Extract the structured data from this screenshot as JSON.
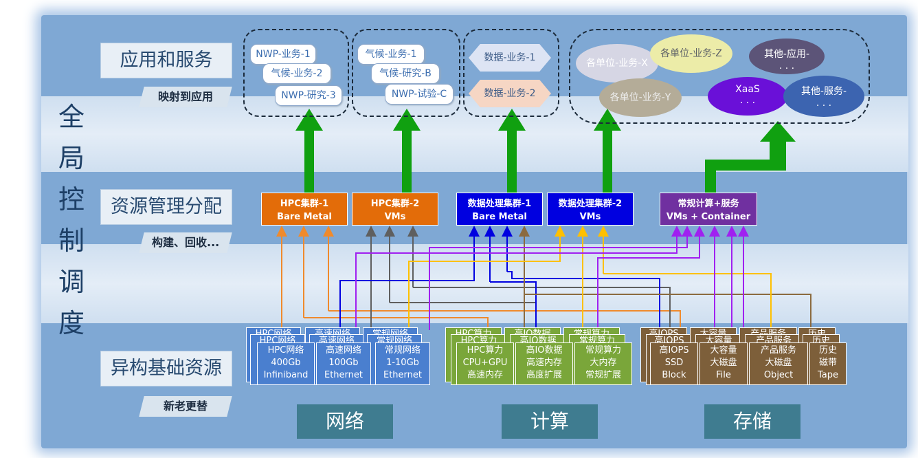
{
  "vertical_title": [
    "全",
    "局",
    "控",
    "制",
    "调",
    "度"
  ],
  "layers": {
    "app": {
      "label": "应用和服务",
      "sub": "映射到应用"
    },
    "resource": {
      "label": "资源管理分配",
      "sub": "构建、回收..."
    },
    "infra": {
      "label": "异构基础资源",
      "sub": "新老更替"
    }
  },
  "categories": [
    "网络",
    "计算",
    "存储"
  ],
  "apps": {
    "group1": [
      "NWP-业务-1",
      "气候-业务-2",
      "NWP-研究-3"
    ],
    "group2": [
      "气候-业务-1",
      "气候-研究-B",
      "NWP-试验-C"
    ],
    "group3": [
      "数据-业务-1",
      "数据-业务-2"
    ],
    "clouds": [
      "各单位-业务-X",
      "各单位-业务-Z",
      "各单位-业务-Y",
      "其他-应用-",
      "XaaS",
      "其他-服务-"
    ],
    "cloud_dots": ". . ."
  },
  "clusters": [
    {
      "line1": "HPC集群-1",
      "line2": "Bare Metal",
      "color": "#e36c09"
    },
    {
      "line1": "HPC集群-2",
      "line2": "VMs",
      "color": "#e36c09"
    },
    {
      "line1": "数据处理集群-1",
      "line2": "Bare Metal",
      "color": "#0000e0"
    },
    {
      "line1": "数据处理集群-2",
      "line2": "VMs",
      "color": "#0000e0"
    },
    {
      "line1": "常规计算+服务",
      "line2": "VMs + Container",
      "color": "#7030a0"
    }
  ],
  "resources": {
    "network": [
      {
        "lines": [
          "HPC网络",
          "400Gb",
          "Infiniband"
        ],
        "back": "HPC网络"
      },
      {
        "lines": [
          "高速网络",
          "100Gb",
          "Ethernet"
        ],
        "back": "高速网络"
      },
      {
        "lines": [
          "常规网络",
          "1-10Gb",
          "Ethernet"
        ],
        "back": "常规网络"
      }
    ],
    "compute": [
      {
        "lines": [
          "HPC算力",
          "CPU+GPU",
          "高速内存"
        ],
        "back": "HPC算力"
      },
      {
        "lines": [
          "高IO数据",
          "高速内存",
          "高度扩展"
        ],
        "back": "高IO数据"
      },
      {
        "lines": [
          "常规算力",
          "大内存",
          "常规扩展"
        ],
        "back": "常规算力"
      }
    ],
    "storage": [
      {
        "lines": [
          "高IOPS",
          "SSD",
          "Block"
        ],
        "back": "高IOPS"
      },
      {
        "lines": [
          "大容量",
          "大磁盘",
          "File"
        ],
        "back": "大容量"
      },
      {
        "lines": [
          "产品服务",
          "大磁盘",
          "Object"
        ],
        "back": "产品服务"
      },
      {
        "lines": [
          "历史",
          "磁带",
          "Tape"
        ],
        "back": "历史"
      }
    ]
  },
  "colors": {
    "orange": "#f08a2c",
    "gray": "#5f5f5f",
    "blue": "#0000e0",
    "yellow": "#ffc000",
    "purple": "#a020f0",
    "brown": "#8b6a3e",
    "green": "#10a010"
  }
}
